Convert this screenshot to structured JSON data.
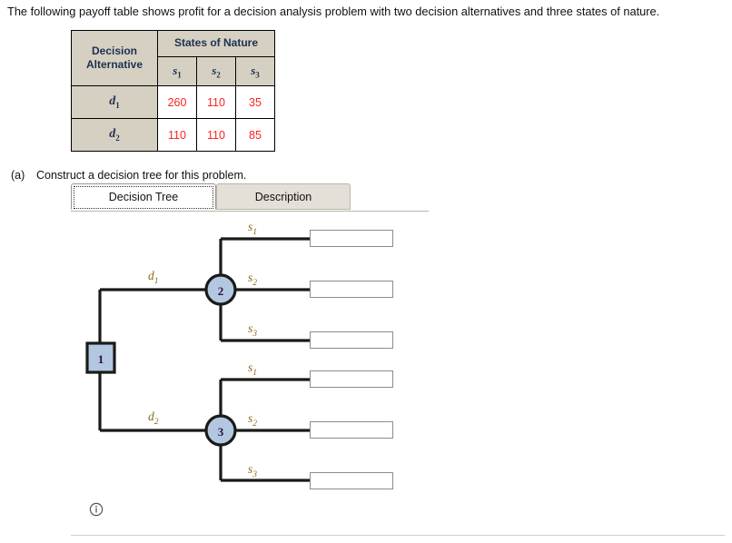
{
  "intro": {
    "text": "The following payoff table shows profit for a decision analysis problem with two decision alternatives and three states of nature."
  },
  "payoff_table": {
    "corner_header_line1": "Decision",
    "corner_header_line2": "Alternative",
    "group_header": "States of Nature",
    "state_headers": [
      {
        "base": "s",
        "sub": "1"
      },
      {
        "base": "s",
        "sub": "2"
      },
      {
        "base": "s",
        "sub": "3"
      }
    ],
    "rows": [
      {
        "label_base": "d",
        "label_sub": "1",
        "values": [
          "260",
          "110",
          "35"
        ]
      },
      {
        "label_base": "d",
        "label_sub": "2",
        "values": [
          "110",
          "110",
          "85"
        ]
      }
    ],
    "value_color": "#fd1f1f",
    "header_bg": "#d5d0c2",
    "header_text_color": "#1f3150"
  },
  "question": {
    "label": "(a)",
    "text": "Construct a decision tree for this problem."
  },
  "tabs": {
    "items": [
      {
        "label": "Decision Tree",
        "active": true
      },
      {
        "label": "Description",
        "active": false
      }
    ]
  },
  "decision_tree": {
    "nodes": [
      {
        "id": "1",
        "type": "decision-square",
        "label": "1",
        "fill": "#b4c7e0"
      },
      {
        "id": "2",
        "type": "chance-circle",
        "label": "2",
        "fill": "#b4c7e0"
      },
      {
        "id": "3",
        "type": "chance-circle",
        "label": "3",
        "fill": "#b4c7e0"
      }
    ],
    "decision_branches": [
      {
        "base": "d",
        "sub": "1",
        "from": "1",
        "to": "2"
      },
      {
        "base": "d",
        "sub": "2",
        "from": "1",
        "to": "3"
      }
    ],
    "chance_branches": [
      {
        "node": "2",
        "base": "s",
        "sub": "1"
      },
      {
        "node": "2",
        "base": "s",
        "sub": "2"
      },
      {
        "node": "2",
        "base": "s",
        "sub": "3"
      },
      {
        "node": "3",
        "base": "s",
        "sub": "1"
      },
      {
        "node": "3",
        "base": "s",
        "sub": "2"
      },
      {
        "node": "3",
        "base": "s",
        "sub": "3"
      }
    ],
    "payoff_inputs": [
      {
        "name": "payoff-d1-s1",
        "value": "",
        "placeholder": ""
      },
      {
        "name": "payoff-d1-s2",
        "value": "",
        "placeholder": ""
      },
      {
        "name": "payoff-d1-s3",
        "value": "",
        "placeholder": ""
      },
      {
        "name": "payoff-d2-s1",
        "value": "",
        "placeholder": ""
      },
      {
        "name": "payoff-d2-s2",
        "value": "",
        "placeholder": ""
      },
      {
        "name": "payoff-d2-s3",
        "value": "",
        "placeholder": ""
      }
    ]
  },
  "info": {
    "icon": "info-circle-icon"
  }
}
